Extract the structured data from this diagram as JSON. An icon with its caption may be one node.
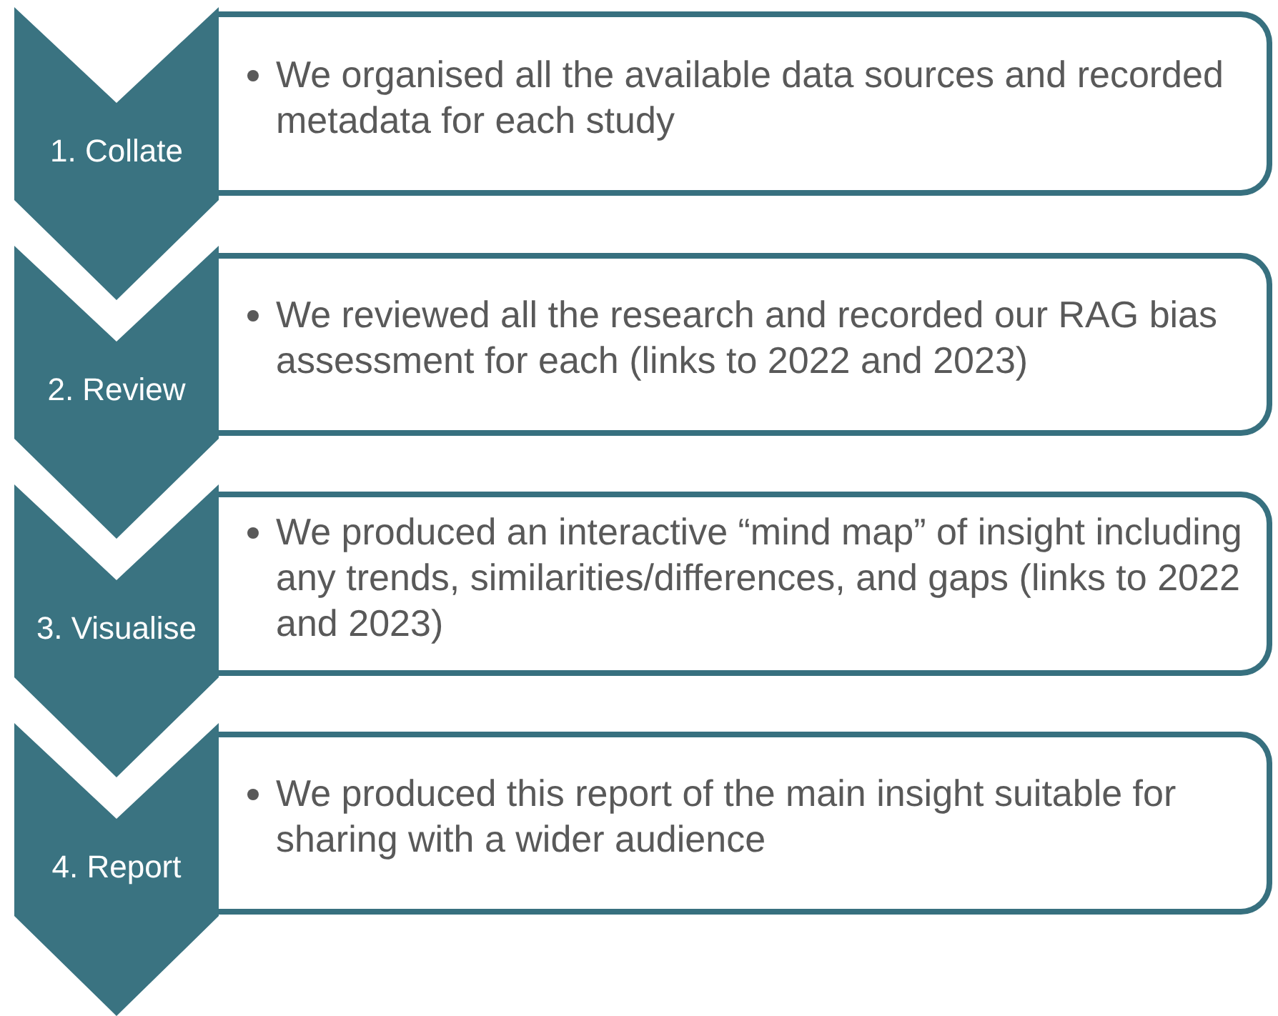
{
  "diagram": {
    "nodes": [
      {
        "text": [
          "1. Collate"
        ]
      },
      {
        "text": [
          "We organised all the available data sources and recorded metadata for each study"
        ]
      },
      {
        "text": [
          "2. Review"
        ]
      },
      {
        "text": [
          "We reviewed all the research and recorded our RAG bias assessment for each (links to 2022 and 2023)"
        ]
      },
      {
        "text": [
          "3. Visualise"
        ]
      },
      {
        "text": [
          "We produced an interactive “mind map” of insight including any trends, similarities/differences, and gaps (links to 2022 and 2023)"
        ]
      },
      {
        "text": [
          "4. Report"
        ]
      },
      {
        "text": [
          "We produced this report of the main insight suitable for sharing with a wider audience"
        ]
      }
    ]
  }
}
